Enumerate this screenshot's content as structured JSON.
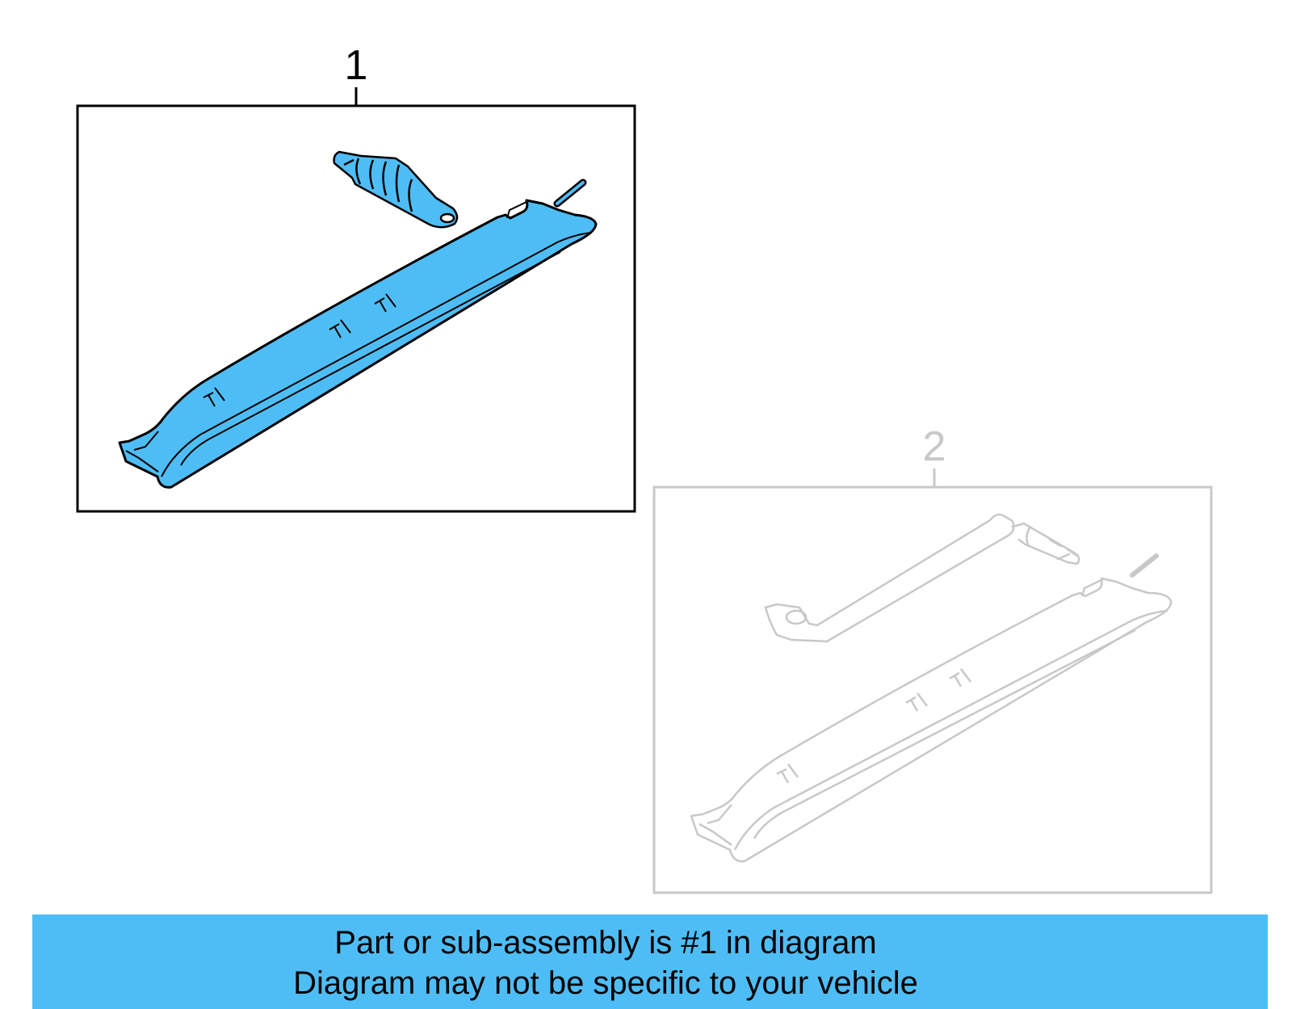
{
  "callouts": {
    "part1": "1",
    "part2": "2"
  },
  "banner": {
    "line1": "Part or sub-assembly is #1 in diagram",
    "line2": "Diagram may not be specific to your vehicle"
  },
  "colors": {
    "highlight_fill": "#4FBDF5",
    "active_stroke": "#000000",
    "inactive_stroke": "#C8C8C8",
    "banner_bg": "#4FBDF5"
  }
}
